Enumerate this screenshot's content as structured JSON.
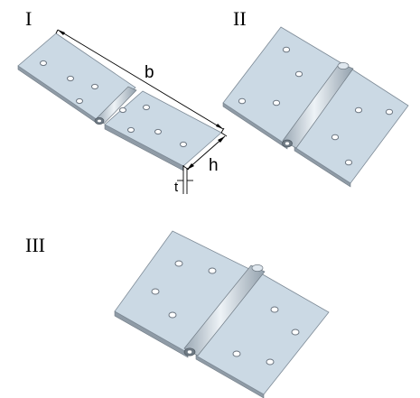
{
  "labels": {
    "hinge_1": "I",
    "hinge_2": "II",
    "hinge_3": "III"
  },
  "dimensions": {
    "length": "b",
    "height": "h",
    "thickness": "t"
  },
  "colors": {
    "leaf": "#cbd9e4",
    "leaf_edge": "#8f9ba6",
    "outline": "#7d8a96",
    "hole": "#ffffff"
  }
}
